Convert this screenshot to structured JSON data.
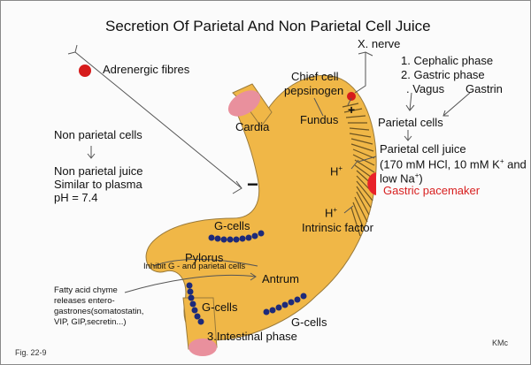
{
  "title": "Secretion Of Parietal And Non Parietal Cell Juice",
  "labels": {
    "adrenergic_fibres": "Adrenergic fibres",
    "x_nerve": "X. nerve",
    "cephalic_phase": "1. Cephalic phase",
    "gastric_phase": "2. Gastric phase",
    "vagus": ". Vagus",
    "gastrin": "Gastrin",
    "chief_cell": "Chief cell",
    "pepsinogen": "pepsinogen",
    "plus_sign": "+",
    "cardia": "Cardia",
    "fundus": "Fundus",
    "parietal_cells": "Parietal cells",
    "parietal_juice_line1": "Parietal cell juice",
    "parietal_juice_line2_pre": "(170 mM HCl, 10 mM K",
    "parietal_juice_line2_sup": "+",
    "parietal_juice_line2_post": " and",
    "parietal_juice_line3_pre": "low Na",
    "parietal_juice_line3_sup": "+",
    "parietal_juice_line3_post": ")",
    "gastric_pacemaker": "Gastric pacemaker",
    "non_parietal_cells": "Non parietal cells",
    "non_parietal_juice": "Non parietal juice",
    "similar_plasma": "Similar to plasma",
    "ph": "pH = 7.4",
    "minus_sign": "−",
    "h_plus_1": "H",
    "h_plus_2": "H",
    "h_plus_sup": "+",
    "intrinsic_factor": "Intrinsic factor",
    "g_cells_top": "G-cells",
    "pylorus": "Pylorus",
    "inhibit": "Inhibit G - and parietal cells",
    "antrum": "Antrum",
    "fatty_acid": [
      "Fatty acid chyme",
      "releases entero-",
      "gastrones(somatostatin,",
      "VIP, GIP,secretin...)"
    ],
    "g_cells_left": "G-cells",
    "g_cells_bottom": "G-cells",
    "intestinal_phase": "3.Intestinal phase",
    "fig": "Fig. 22-9",
    "author": "KMc"
  },
  "colors": {
    "stomach": "#f0b747",
    "stomach_outline": "#9a7a3a",
    "pink": "#e9909d",
    "dot": "#d61b1b",
    "g_cells": "#1d2a7a",
    "pacemaker": "#e8222a",
    "red_text": "#d81f1f"
  }
}
